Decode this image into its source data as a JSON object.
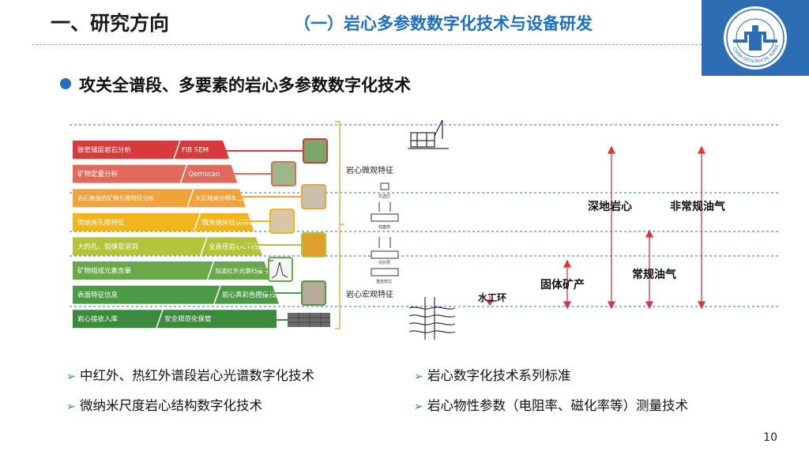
{
  "header": {
    "section": "一、研究方向",
    "subtitle": "（一）岩心多参数数字化技术与设备研发"
  },
  "logo": {
    "text": "CHINA GEOLOGICAL SURVEY"
  },
  "headline": "攻关全谱段、多要素的岩心多参数数字化技术",
  "pyramid": {
    "rows": [
      {
        "left": "致密储层岩石分析",
        "right": "FIB SEM"
      },
      {
        "left": "矿物定量分析",
        "right": "Qemscan"
      },
      {
        "left": "岩石表面的矿物孔隙特征分析",
        "right": "大区域高分辨率二维成像"
      },
      {
        "left": "微纳米孔隙特征",
        "right": "微米纳米柱状样CT"
      },
      {
        "left": "大的孔、裂缝及溶洞",
        "right": "全直径岩心CT扫描"
      },
      {
        "left": "矿物组成元素含量",
        "right": "短波红外光谱扫描 手持XRF设备扫描"
      },
      {
        "left": "表面特征信息",
        "right": "岩心真彩色图像扫描"
      },
      {
        "left": "岩心接收入库",
        "right": "安全规范化保管"
      }
    ],
    "colors": [
      "#d8393a",
      "#e26a5c",
      "#f0a23b",
      "#f2b51d",
      "#b3c43a",
      "#6aa94a",
      "#4b9a45",
      "#3c8a3c"
    ]
  },
  "side_labels": {
    "micro": "岩心微观特征",
    "macro": "岩心宏观特征",
    "small": [
      "优选区",
      "柱塞样",
      "切片层",
      "重岩样芯"
    ]
  },
  "depth_labels": {
    "shuigonghuan": "水工环",
    "guti": "固体矿产",
    "changgui": "常规油气",
    "shendi": "深地岩心",
    "feichanggui": "非常规油气"
  },
  "bullets": {
    "left": [
      "中红外、热红外谱段岩心光谱数字化技术",
      "微纳米尺度岩心结构数字化技术"
    ],
    "right": [
      "岩心数字化技术系列标准",
      "岩心物性参数（电阻率、磁化率等）测量技术"
    ]
  },
  "page_number": "10"
}
